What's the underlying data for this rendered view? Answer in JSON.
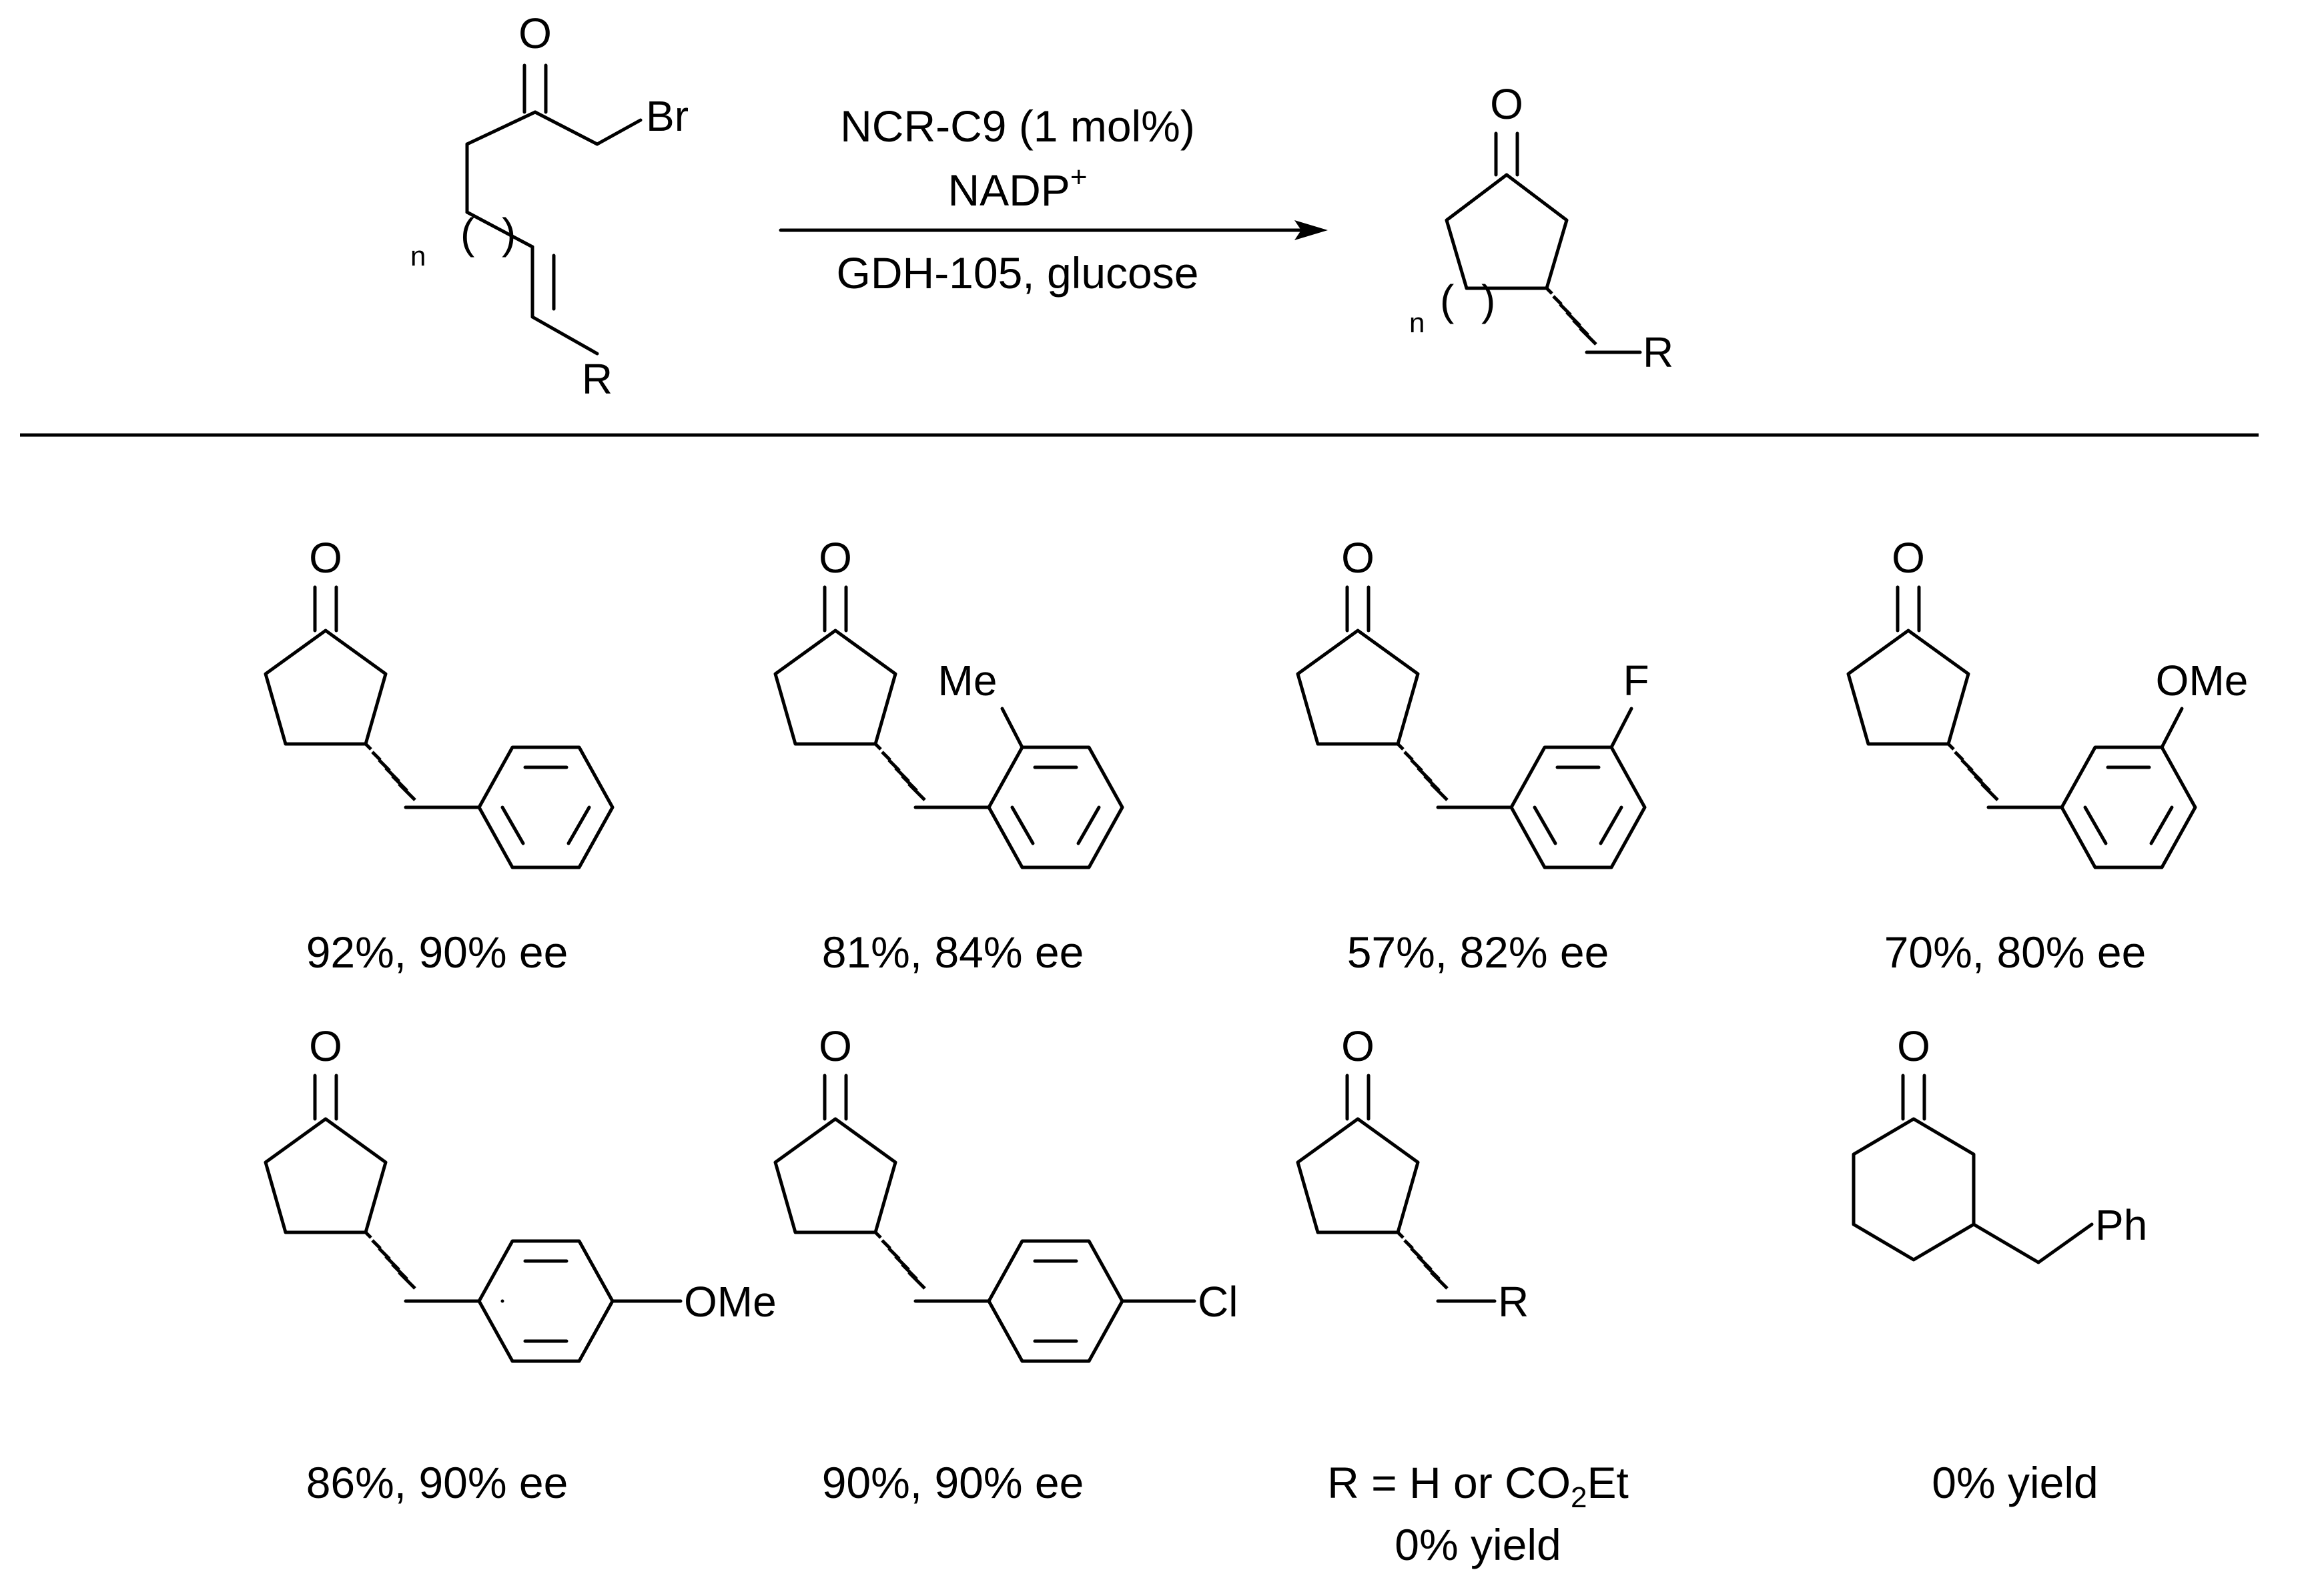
{
  "scheme": {
    "reactant": {
      "ketone_o": "O",
      "halide": "Br",
      "subscript_n": "n",
      "paren_open": "(",
      "paren_close": ")",
      "r_group": "R"
    },
    "conditions": {
      "line1": "NCR-C9 (1 mol%)",
      "line2_text": "NADP",
      "line2_sup": "+",
      "line3": "GDH-105, glucose"
    },
    "product": {
      "ketone_o": "O",
      "subscript_n": "n",
      "paren_open": "(",
      "paren_close": ")",
      "r_group": "R"
    }
  },
  "examples": [
    {
      "ketone_o": "O",
      "substituent": "",
      "result": "92%, 90% ee"
    },
    {
      "ketone_o": "O",
      "substituent": "Me",
      "result": "81%, 84% ee"
    },
    {
      "ketone_o": "O",
      "substituent": "F",
      "result": "57%, 82% ee"
    },
    {
      "ketone_o": "O",
      "substituent": "OMe",
      "result": "70%, 80% ee"
    },
    {
      "ketone_o": "O",
      "substituent": "OMe",
      "result": "86%, 90% ee"
    },
    {
      "ketone_o": "O",
      "substituent": "Cl",
      "result": "90%, 90% ee"
    },
    {
      "ketone_o": "O",
      "r_group": "R",
      "result_line1_text": "R = H or CO",
      "result_line1_sub": "2",
      "result_line1_end": "Et",
      "result_line2": "0% yield"
    },
    {
      "ketone_o": "O",
      "substituent": "Ph",
      "result": "0% yield"
    }
  ]
}
